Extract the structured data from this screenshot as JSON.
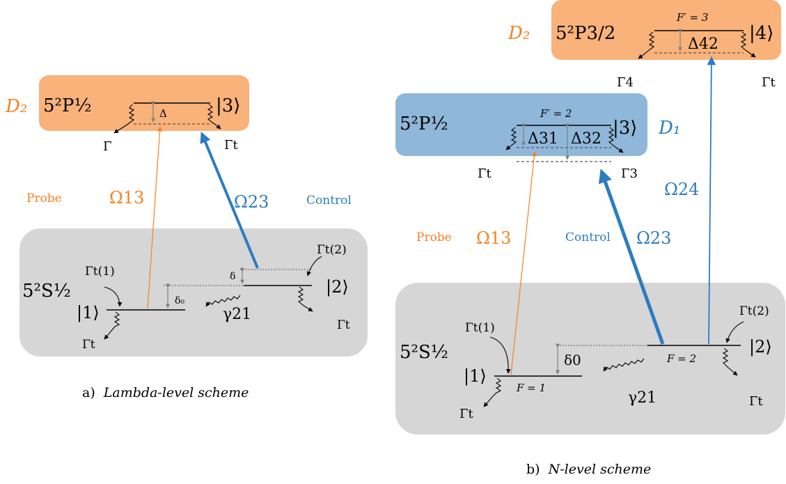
{
  "colors": {
    "orange_box": "#f8b27a",
    "blue_box": "#8fb7d9",
    "gray_box": "#d6d6d6",
    "orange_text": "#f58220",
    "blue_text": "#2e7bbf",
    "probe_line": "#f58220",
    "control_line": "#2b7cc0",
    "level_line": "#000000",
    "dashed": "#555555",
    "detuning_arrow": "#7f7f7f"
  },
  "panel_a": {
    "caption_prefix": "a)",
    "caption_text": "Lambda-level scheme",
    "d2_label": "D₂",
    "p_state": "5²P½",
    "s_state": "5²S½",
    "ket3": "|3⟩",
    "ket2": "|2⟩",
    "ket1": "|1⟩",
    "delta_upper": "Δ",
    "delta_small": "δ",
    "delta0": "δ₀",
    "gamma_left": "Γ",
    "gamma_right": "Γt",
    "gamma_t1": "Γt(1)",
    "gamma_t2": "Γt(2)",
    "gamma_t_bottom": "Γt",
    "gamma21": "γ21",
    "probe_label": "Probe",
    "omega13": "Ω13",
    "omega23": "Ω23",
    "control_label": "Control"
  },
  "panel_b": {
    "caption_prefix": "b)",
    "caption_text": "N-level scheme",
    "d2_label": "D₂",
    "d1_label": "D₁",
    "p32_state": "5²P3/2",
    "p12_state": "5²P½",
    "s_state": "5²S½",
    "f3": "F′ = 3",
    "f2prime": "F′ = 2",
    "f2": "F = 2",
    "f1": "F = 1",
    "ket4": "|4⟩",
    "ket3": "|3⟩",
    "ket2": "|2⟩",
    "ket1": "|1⟩",
    "delta42": "Δ42",
    "delta31": "Δ31",
    "delta32": "Δ32",
    "delta0": "δ0",
    "gamma4": "Γ4",
    "gamma_t_top": "Γt",
    "gamma_t_mid": "Γt",
    "gamma3": "Γ3",
    "gamma_t1": "Γt(1)",
    "gamma_t2": "Γt(2)",
    "gamma_t_bottom_left": "Γt",
    "gamma_t_bottom_right": "Γt",
    "gamma21": "γ21",
    "probe_label": "Probe",
    "omega13": "Ω13",
    "control_label": "Control",
    "omega23": "Ω23",
    "omega24": "Ω24"
  }
}
